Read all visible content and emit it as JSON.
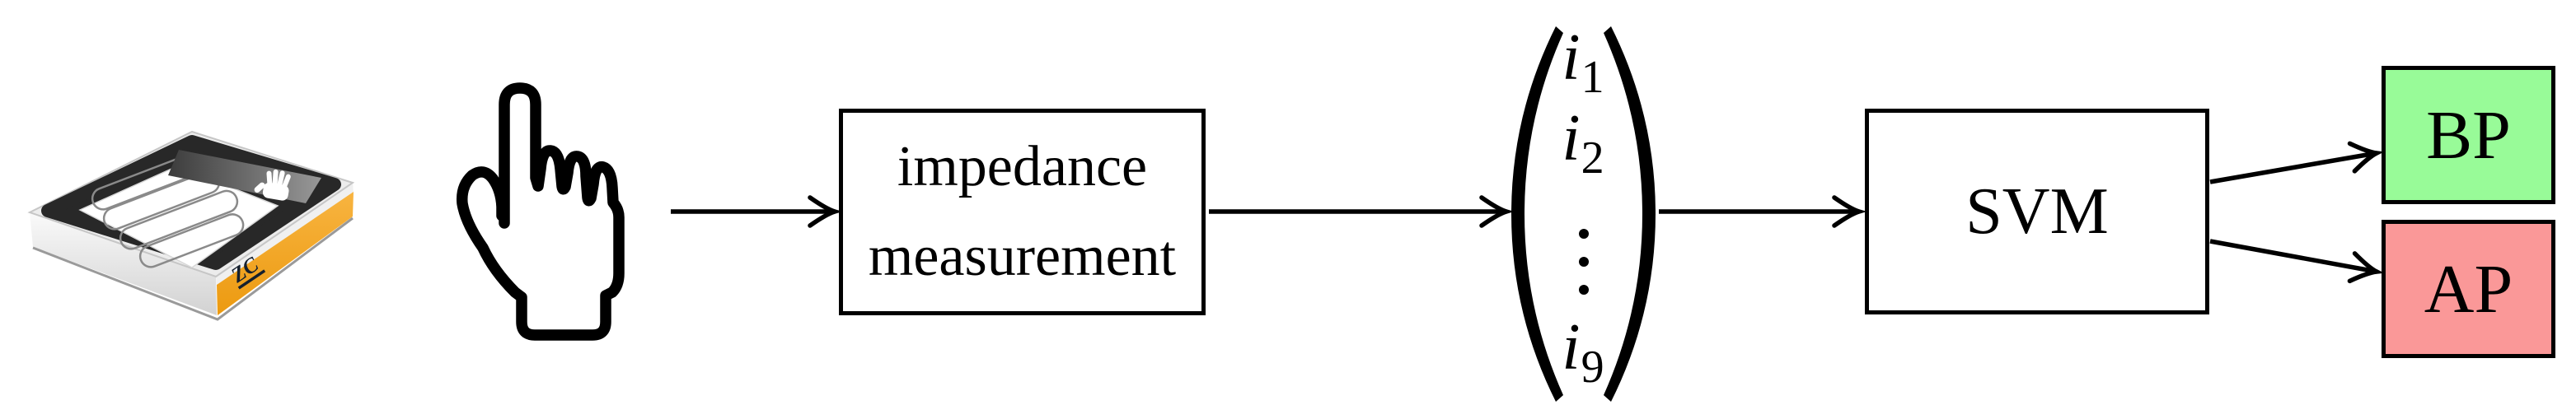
{
  "figure": {
    "type": "flow-diagram",
    "background": "#ffffff",
    "device": {
      "description": "palm-rest bio-impedance measurement device with hand placement panel",
      "logo": "ZC",
      "colors": {
        "top_surface": "#282828",
        "accent_orange": "#F2A125",
        "hand_panel": "#ffffff",
        "body_silver": "#e9e9e9"
      }
    },
    "icons": {
      "pointer": "pointing-hand-icon",
      "device_glass_hand": "hand-silhouette-icon",
      "finger_outlines": "finger-outline-shapes"
    },
    "nodes": {
      "impedance_box": {
        "line1": "impedance",
        "line2": "measurement"
      },
      "svm_box": {
        "label": "SVM"
      },
      "bp_box": {
        "label": "BP",
        "fill": "#98FB98"
      },
      "ap_box": {
        "label": "AP",
        "fill": "#FA9898"
      }
    },
    "vector": {
      "open_paren": "(",
      "close_paren": ")",
      "entries": [
        {
          "symbol": "i",
          "subscript": "1"
        },
        {
          "symbol": "i",
          "subscript": "2"
        },
        {
          "symbol": "i",
          "subscript": "9"
        }
      ],
      "vdots": "⋮"
    },
    "arrow_color": "#000000"
  }
}
